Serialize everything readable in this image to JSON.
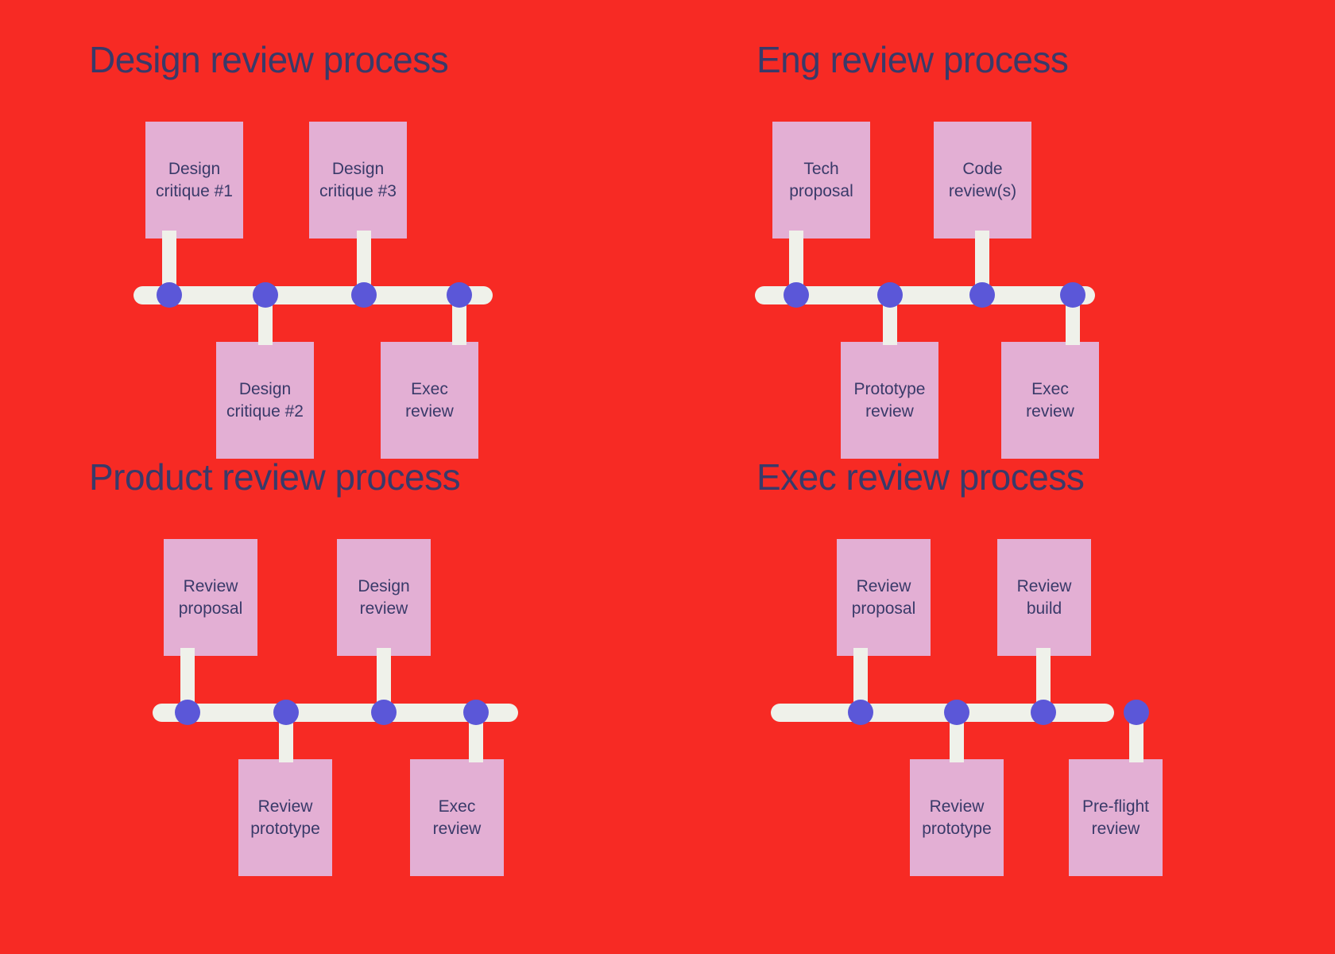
{
  "background_color": "#F72A24",
  "title_color": "#393A69",
  "card_color": "#E3AFD4",
  "rail_color": "#EFF1EA",
  "dot_color": "#5B57D8",
  "panels": [
    {
      "id": "design-review-process",
      "title": "Design review process",
      "nodes": [
        {
          "label": "Design critique #1",
          "position": "above"
        },
        {
          "label": "Design critique #2",
          "position": "below"
        },
        {
          "label": "Design critique #3",
          "position": "above"
        },
        {
          "label": "Exec review",
          "position": "below"
        }
      ]
    },
    {
      "id": "eng-review-process",
      "title": "Eng review process",
      "nodes": [
        {
          "label": "Tech proposal",
          "position": "above"
        },
        {
          "label": "Prototype review",
          "position": "below"
        },
        {
          "label": "Code review(s)",
          "position": "above"
        },
        {
          "label": "Exec review",
          "position": "below"
        }
      ]
    },
    {
      "id": "product-review-process",
      "title": "Product review process",
      "nodes": [
        {
          "label": "Review proposal",
          "position": "above"
        },
        {
          "label": "Review prototype",
          "position": "below"
        },
        {
          "label": "Design review",
          "position": "above"
        },
        {
          "label": "Exec review",
          "position": "below"
        }
      ]
    },
    {
      "id": "exec-review-process",
      "title": "Exec review process",
      "nodes": [
        {
          "label": "Review proposal",
          "position": "above"
        },
        {
          "label": "Review prototype",
          "position": "below"
        },
        {
          "label": "Review build",
          "position": "above"
        },
        {
          "label": "Pre-flight review",
          "position": "below"
        }
      ]
    }
  ]
}
